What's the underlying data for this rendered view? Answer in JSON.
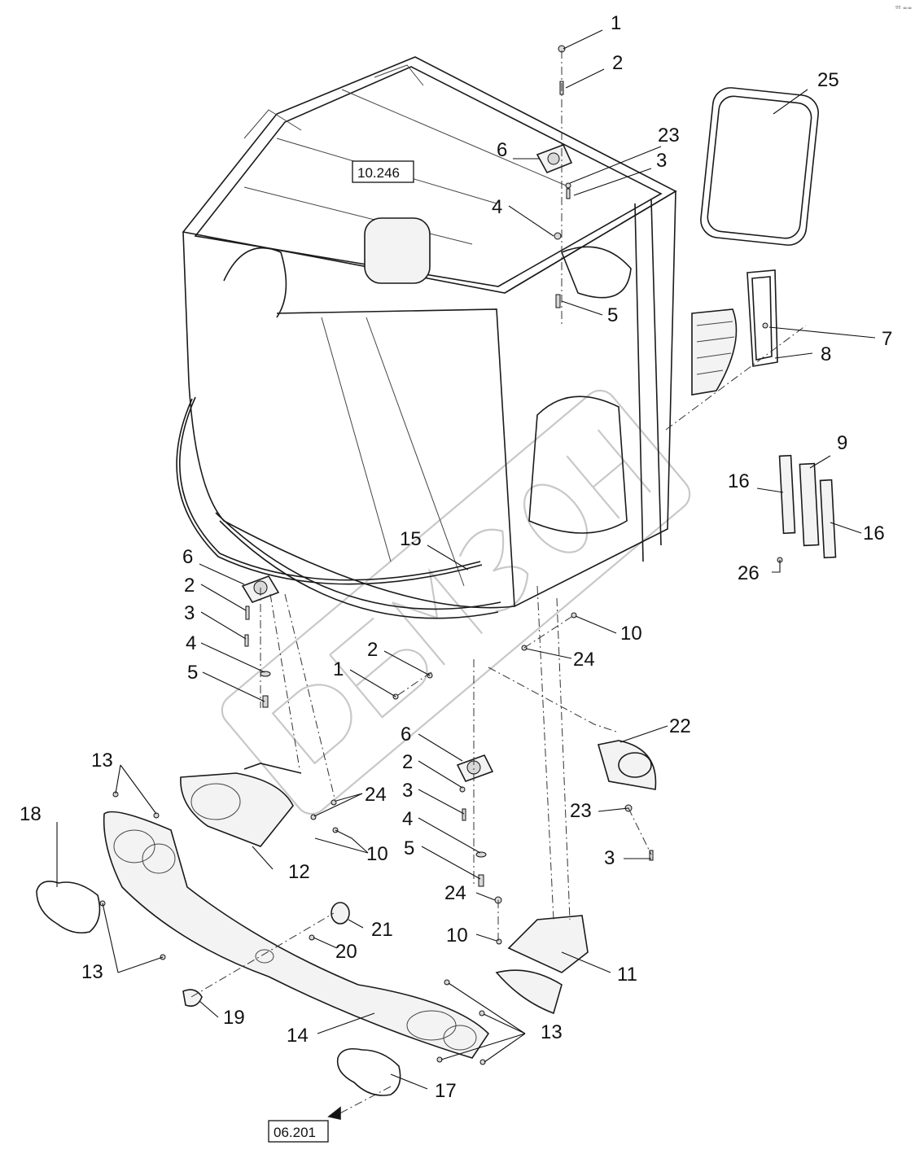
{
  "diagram": {
    "reference_boxes": [
      {
        "id": "ref-top",
        "label": "10.246"
      },
      {
        "id": "ref-bottom",
        "label": "06.201"
      }
    ],
    "callouts": [
      {
        "id": "c1a",
        "label": "1"
      },
      {
        "id": "c2a",
        "label": "2"
      },
      {
        "id": "c25",
        "label": "25"
      },
      {
        "id": "c23a",
        "label": "23"
      },
      {
        "id": "c3a",
        "label": "3"
      },
      {
        "id": "c6a",
        "label": "6"
      },
      {
        "id": "c4a",
        "label": "4"
      },
      {
        "id": "c5a",
        "label": "5"
      },
      {
        "id": "c7",
        "label": "7"
      },
      {
        "id": "c8",
        "label": "8"
      },
      {
        "id": "c9",
        "label": "9"
      },
      {
        "id": "c16a",
        "label": "16"
      },
      {
        "id": "c16b",
        "label": "16"
      },
      {
        "id": "c26",
        "label": "26"
      },
      {
        "id": "c15",
        "label": "15"
      },
      {
        "id": "c6b",
        "label": "6"
      },
      {
        "id": "c2b",
        "label": "2"
      },
      {
        "id": "c3b",
        "label": "3"
      },
      {
        "id": "c4b",
        "label": "4"
      },
      {
        "id": "c5b",
        "label": "5"
      },
      {
        "id": "c2c",
        "label": "2"
      },
      {
        "id": "c1b",
        "label": "1"
      },
      {
        "id": "c10a",
        "label": "10"
      },
      {
        "id": "c24a",
        "label": "24"
      },
      {
        "id": "c22",
        "label": "22"
      },
      {
        "id": "c13a",
        "label": "13"
      },
      {
        "id": "c18",
        "label": "18"
      },
      {
        "id": "c24b",
        "label": "24"
      },
      {
        "id": "c10b",
        "label": "10"
      },
      {
        "id": "c12",
        "label": "12"
      },
      {
        "id": "c6c",
        "label": "6"
      },
      {
        "id": "c2d",
        "label": "2"
      },
      {
        "id": "c3c",
        "label": "3"
      },
      {
        "id": "c4c",
        "label": "4"
      },
      {
        "id": "c5c",
        "label": "5"
      },
      {
        "id": "c23b",
        "label": "23"
      },
      {
        "id": "c3d",
        "label": "3"
      },
      {
        "id": "c24c",
        "label": "24"
      },
      {
        "id": "c10c",
        "label": "10"
      },
      {
        "id": "c21",
        "label": "21"
      },
      {
        "id": "c20",
        "label": "20"
      },
      {
        "id": "c11",
        "label": "11"
      },
      {
        "id": "c13b",
        "label": "13"
      },
      {
        "id": "c19",
        "label": "19"
      },
      {
        "id": "c14",
        "label": "14"
      },
      {
        "id": "c13c",
        "label": "13"
      },
      {
        "id": "c17",
        "label": "17"
      }
    ],
    "watermark": "ВМЗОН",
    "corner_mark": "ºº ∞∞"
  }
}
